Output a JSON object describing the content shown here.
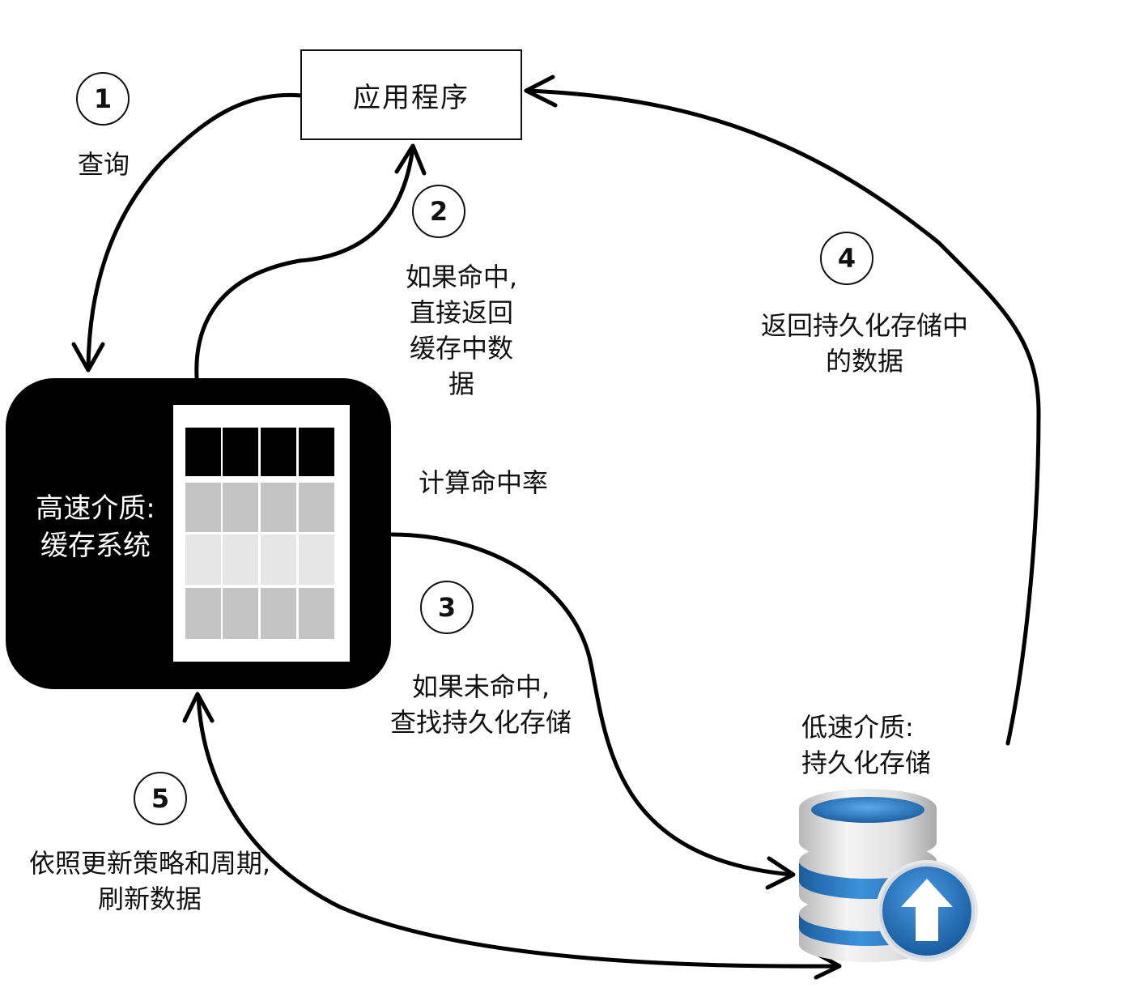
{
  "application": {
    "label": "应用程序"
  },
  "cache": {
    "label": "高速介质:\n缓存系统"
  },
  "storage": {
    "label": "低速介质:\n持久化存储"
  },
  "steps": [
    {
      "number": "1",
      "text": "查询"
    },
    {
      "number": "2",
      "text": "如果命中,\n直接返回\n缓存中数\n据"
    },
    {
      "number": "3",
      "text": "如果未命中,\n查找持久化存储"
    },
    {
      "number": "4",
      "text": "返回持久化存储中\n的数据"
    },
    {
      "number": "5",
      "text": "依照更新策略和周期,\n刷新数据"
    }
  ],
  "hit_rate_label": "计算命中率",
  "colors": {
    "cache_fill": "#000000",
    "table_header": "#000000",
    "table_row_dark": "#c4c4c4",
    "table_row_light": "#e6e6e6",
    "db_blue": "#2b7fc6",
    "db_silver": "#d9d9d9"
  }
}
